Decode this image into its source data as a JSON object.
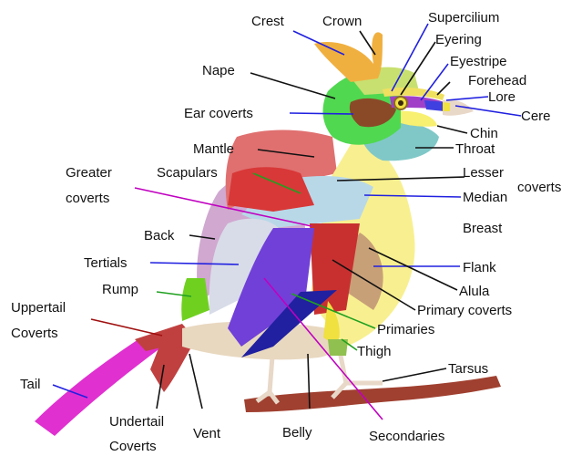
{
  "labels": {
    "crest": "Crest",
    "crown": "Crown",
    "supercilium": "Supercilium",
    "eyering": "Eyering",
    "eyestripe": "Eyestripe",
    "forehead": "Forehead",
    "lore": "Lore",
    "cere": "Cere",
    "nape": "Nape",
    "ear_coverts": "Ear coverts",
    "chin": "Chin",
    "throat": "Throat",
    "mantle": "Mantle",
    "greater_coverts_1": "Greater",
    "greater_coverts_2": "coverts",
    "scapulars": "Scapulars",
    "lesser_coverts_1": "Lesser",
    "lesser_coverts_2": "coverts",
    "median": "Median",
    "breast": "Breast",
    "back": "Back",
    "tertials": "Tertials",
    "flank": "Flank",
    "rump": "Rump",
    "alula": "Alula",
    "primary_coverts": "Primary coverts",
    "uppertail_coverts_1": "Uppertail",
    "uppertail_coverts_2": "Coverts",
    "primaries": "Primaries",
    "thigh": "Thigh",
    "tarsus": "Tarsus",
    "tail": "Tail",
    "undertail_coverts_1": "Undertail",
    "undertail_coverts_2": "Coverts",
    "vent": "Vent",
    "belly": "Belly",
    "secondaries": "Secondaries"
  },
  "colors": {
    "crest": "#f0b040",
    "crown": "#c8e070",
    "nape": "#50d850",
    "ear_coverts": "#8a4a28",
    "supercilium": "#f0e060",
    "eyestripe": "#a040c8",
    "lore": "#4040e0",
    "bill": "#e8d8c8",
    "chin": "#f8f070",
    "throat": "#80c8c8",
    "mantle": "#e07070",
    "scapulars": "#d83838",
    "coverts_light": "#b8d8e8",
    "back": "#d0a8d0",
    "tertials": "#d8dce8",
    "rump": "#70d020",
    "breast": "#f8f090",
    "flank": "#c8a078",
    "primary_coverts": "#c83030",
    "secondaries": "#7040d8",
    "primaries": "#2020a0",
    "alula": "#f0e040",
    "thigh": "#90c050",
    "belly": "#e8d8c0",
    "tail": "#e030d0",
    "undertail": "#c04040",
    "branch": "#a04030",
    "leg": "#e8d8c8",
    "leader_blue": "#2020e0",
    "leader_green": "#20a020",
    "leader_magenta": "#c000c0",
    "leader_red": "#a01010",
    "leader_black": "#111111"
  }
}
